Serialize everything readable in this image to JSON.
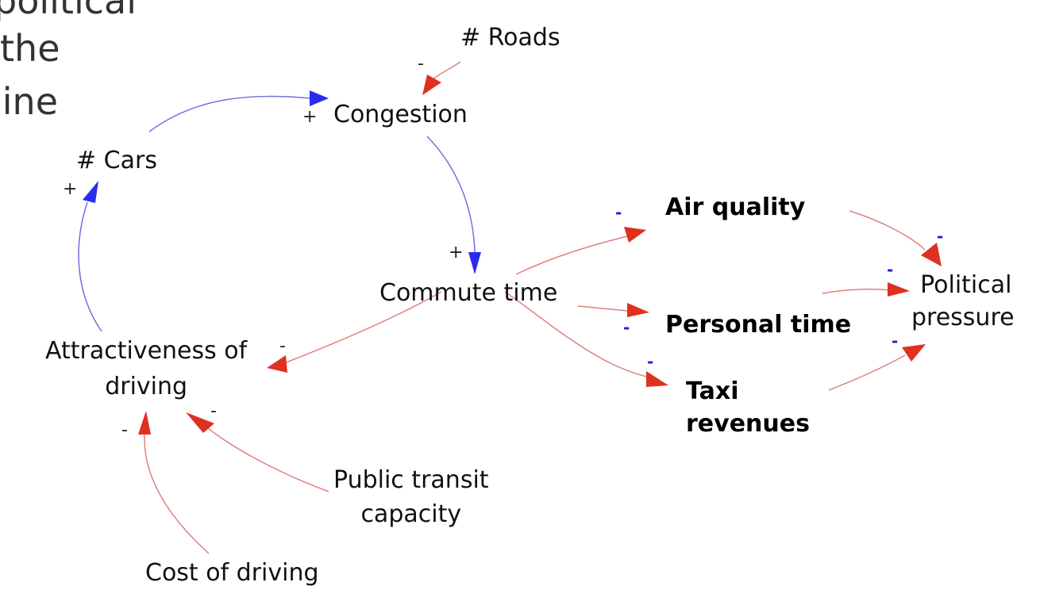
{
  "background_text": {
    "lines": [
      "political",
      "the",
      "line"
    ]
  },
  "colors": {
    "reinforcing_link": "#2b2bf0",
    "reinforcing_line": "#7070e0",
    "balancing_link": "#e03020",
    "balancing_line": "#e08080",
    "blue_polarity": "#2020d0"
  },
  "nodes": {
    "roads": "# Roads",
    "congestion": "Congestion",
    "cars": "# Cars",
    "commute_time": "Commute time",
    "air_quality": "Air quality",
    "personal_time": "Personal time",
    "political_pressure": [
      "Political",
      "pressure"
    ],
    "taxi_revenues": [
      "Taxi",
      "revenues"
    ],
    "attractiveness": [
      "Attractiveness of",
      "driving"
    ],
    "public_transit": [
      "Public transit",
      "capacity"
    ],
    "cost_of_driving": "Cost of driving"
  },
  "polarities": {
    "roads_to_congestion": "-",
    "cars_to_congestion": "+",
    "attractiveness_to_cars": "+",
    "congestion_to_commute": "+",
    "commute_to_air": "-",
    "commute_to_personal": "-",
    "commute_to_taxi": "-",
    "commute_to_attractiveness": "-",
    "air_to_political": "-",
    "personal_to_political": "-",
    "taxi_to_political": "-",
    "transit_to_attractiveness": "-",
    "cost_to_attractiveness": "-"
  }
}
